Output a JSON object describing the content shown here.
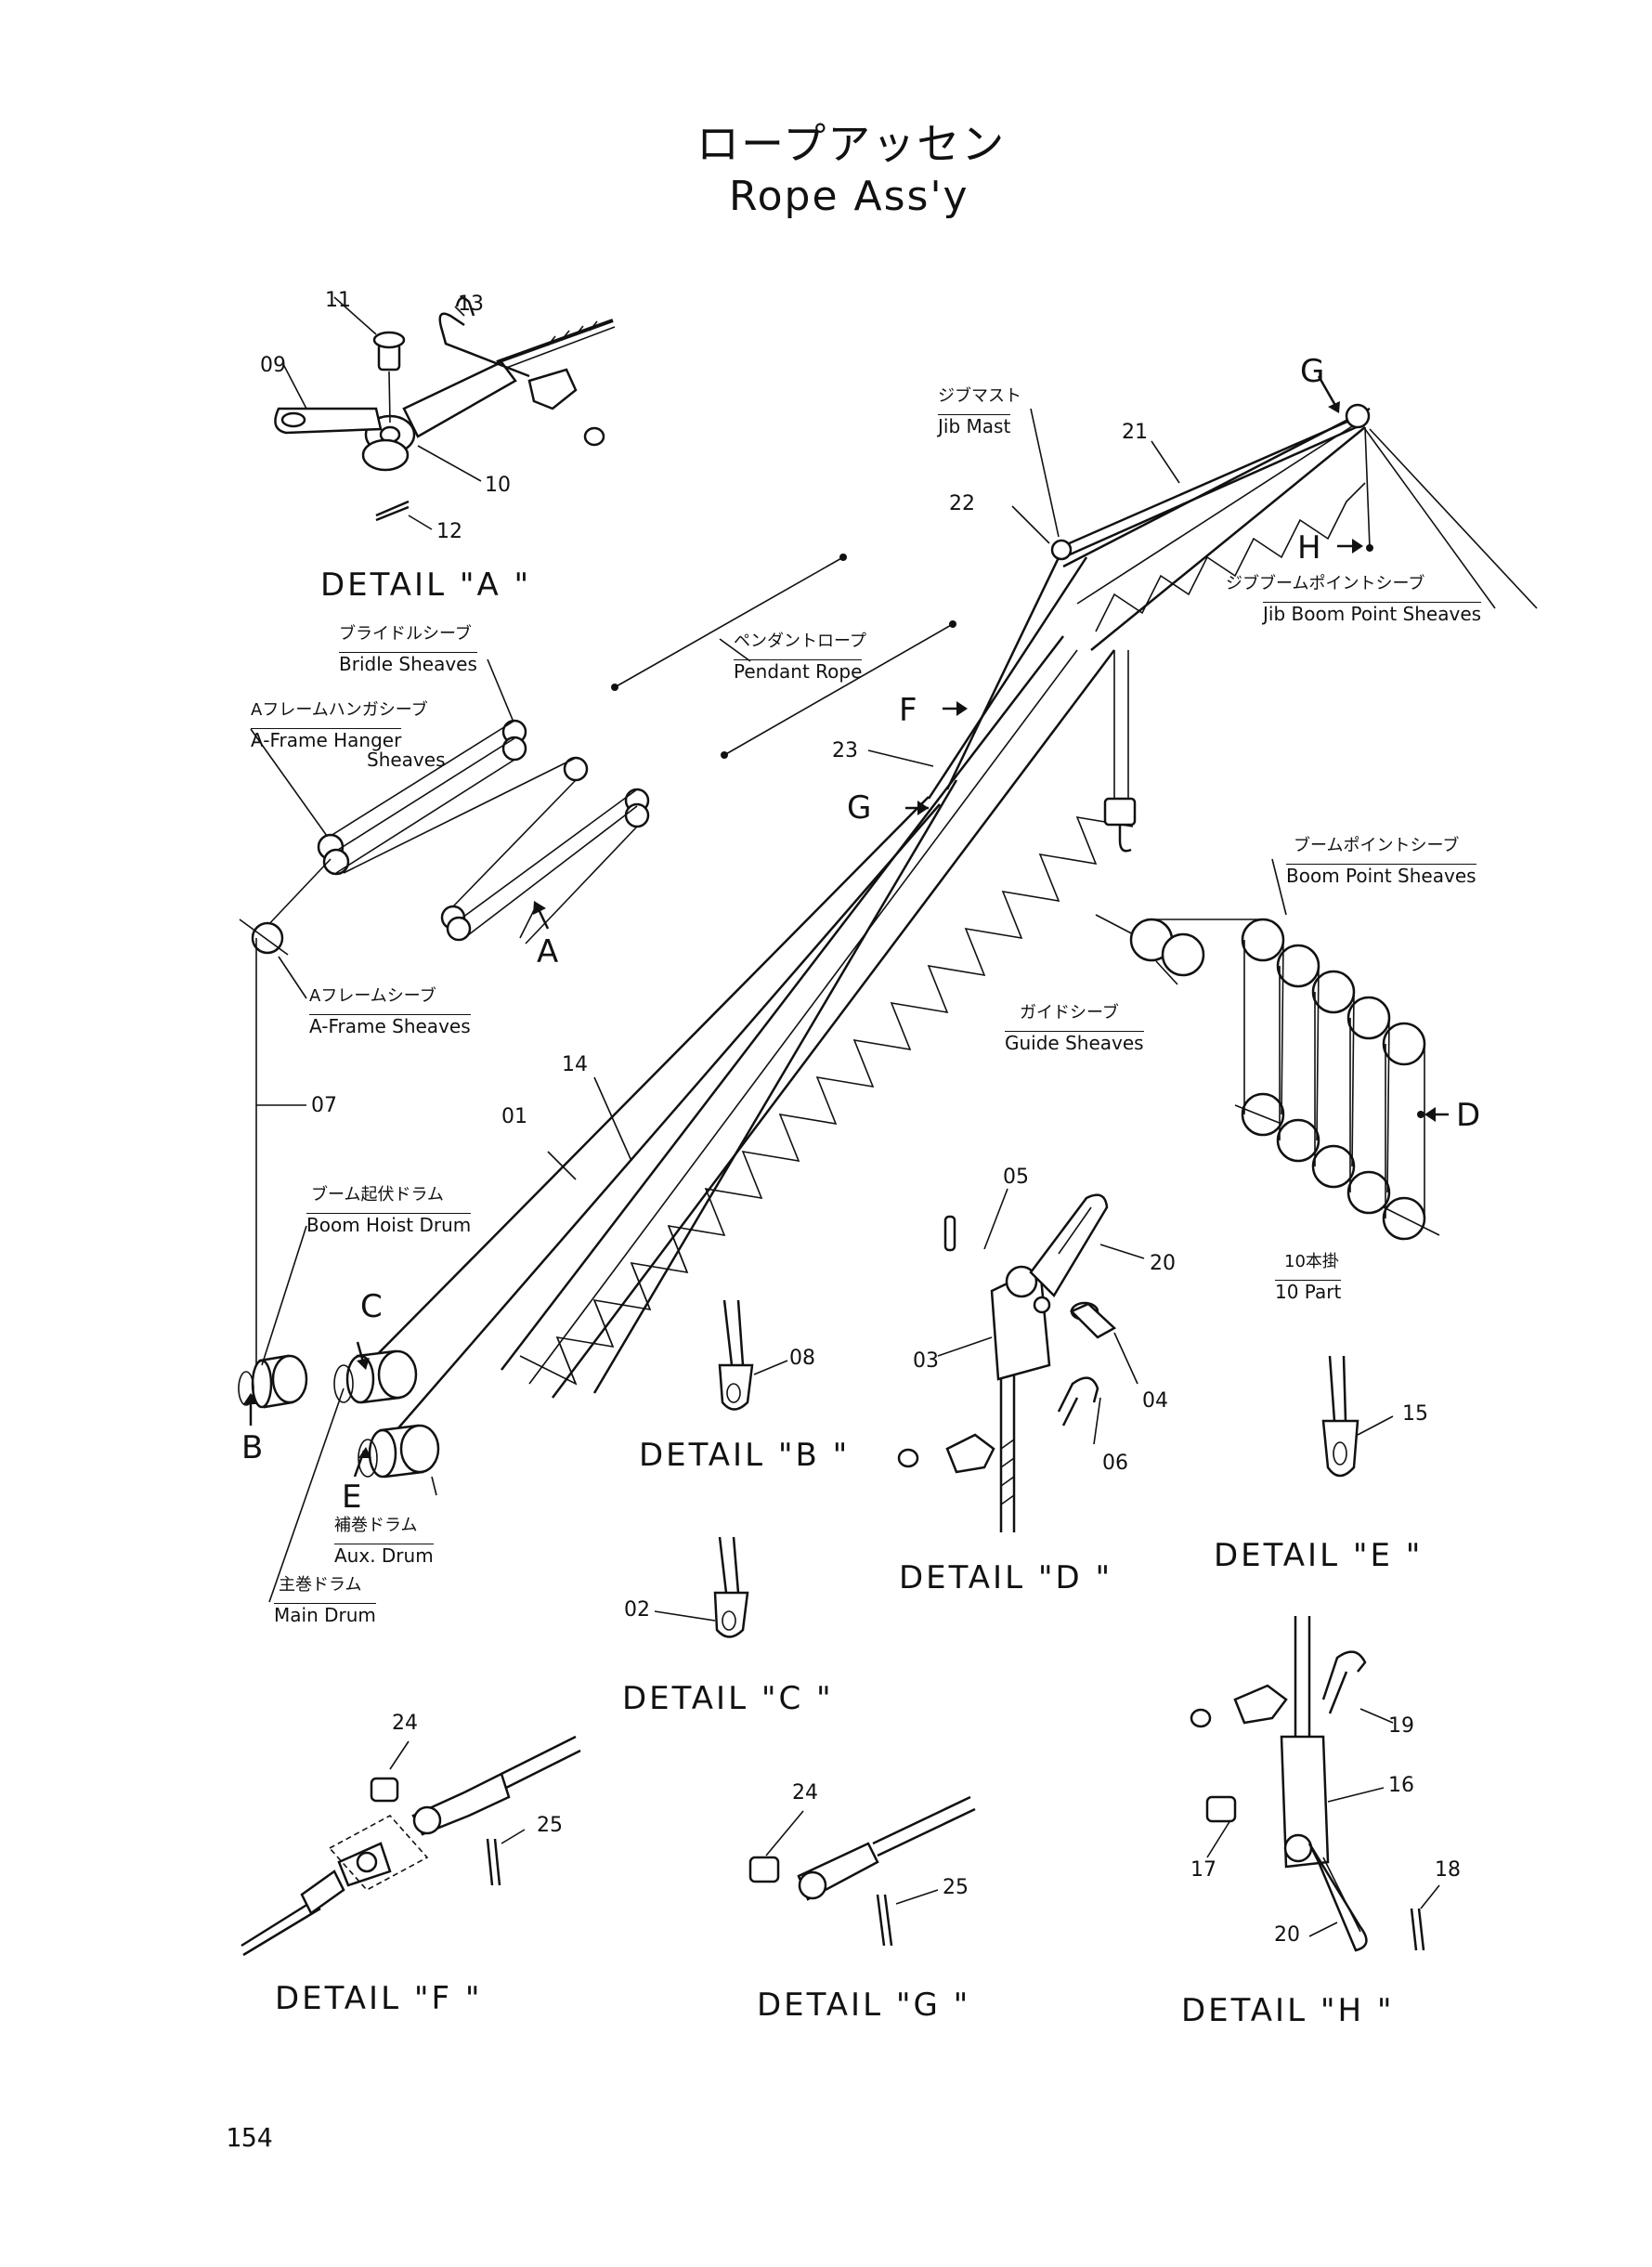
{
  "title": {
    "jp": "ロープアッセン",
    "en": "Rope Ass'y"
  },
  "page_number": "154",
  "details": {
    "a": "DETAIL \"A \"",
    "b": "DETAIL \"B \"",
    "c": "DETAIL \"C \"",
    "d": "DETAIL \"D \"",
    "e": "DETAIL \"E \"",
    "f": "DETAIL \"F \"",
    "g": "DETAIL \"G \"",
    "h": "DETAIL \"H \""
  },
  "components": {
    "jib_mast": {
      "jp": "ジブマスト",
      "en": "Jib Mast"
    },
    "jib_boom_point_sheaves": {
      "jp": "ジブブームポイントシーブ",
      "en": "Jib Boom Point Sheaves"
    },
    "pendant_rope": {
      "jp": "ペンダントロープ",
      "en": "Pendant Rope"
    },
    "bridle_sheaves": {
      "jp": "ブライドルシーブ",
      "en": "Bridle Sheaves"
    },
    "a_frame_hanger_sheaves": {
      "jp": "Aフレームハンガシーブ",
      "en1": "A-Frame Hanger",
      "en2": "Sheaves"
    },
    "a_frame_sheaves": {
      "jp": "Aフレームシーブ",
      "en": "A-Frame Sheaves"
    },
    "boom_hoist_drum": {
      "jp": "ブーム起伏ドラム",
      "en": "Boom Hoist Drum"
    },
    "aux_drum": {
      "jp": "補巻ドラム",
      "en": "Aux. Drum"
    },
    "main_drum": {
      "jp": "主巻ドラム",
      "en": "Main Drum"
    },
    "boom_point_sheaves": {
      "jp": "ブームポイントシーブ",
      "en": "Boom Point Sheaves"
    },
    "guide_sheaves": {
      "jp": "ガイドシーブ",
      "en": "Guide Sheaves"
    },
    "reeving": {
      "jp": "10本掛",
      "en": "10 Part"
    }
  },
  "part_numbers": {
    "p01": "01",
    "p02": "02",
    "p03": "03",
    "p04": "04",
    "p05": "05",
    "p06": "06",
    "p07": "07",
    "p08": "08",
    "p09": "09",
    "p10": "10",
    "p11": "11",
    "p12": "12",
    "p13": "13",
    "p14": "14",
    "p15": "15",
    "p16": "16",
    "p17": "17",
    "p18": "18",
    "p19": "19",
    "p20": "20",
    "p21": "21",
    "p22": "22",
    "p23": "23",
    "p24": "24",
    "p25": "25"
  },
  "callouts": {
    "a": "A",
    "b": "B",
    "c": "C",
    "d": "D",
    "e": "E",
    "f": "F",
    "g": "G",
    "h": "H"
  }
}
